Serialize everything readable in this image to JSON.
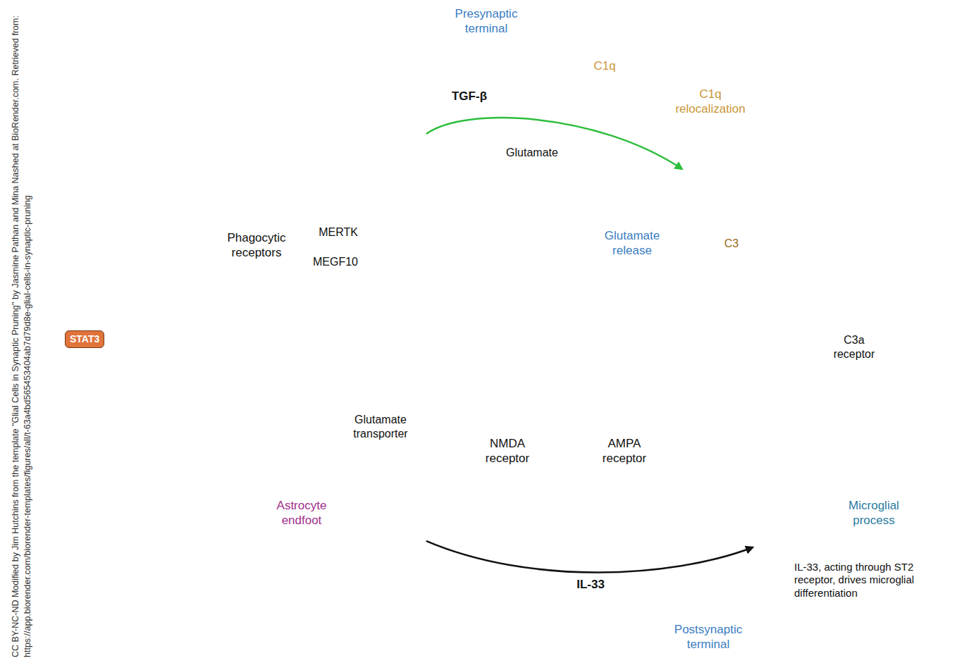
{
  "diagram": {
    "nodes": [
      {
        "text": [
          "Presynaptic terminal"
        ]
      },
      {
        "text": [
          "Astrocyte endfoot"
        ]
      },
      {
        "text": [
          "STAT3"
        ],
        "in": 1
      },
      {
        "text": [
          "Postsynaptic terminal"
        ]
      },
      {
        "text": [
          "Microglial process"
        ]
      }
    ],
    "edges": [
      {
        "from": 1,
        "to": 0,
        "label": "TGF-β",
        "arrow": "to"
      },
      {
        "from": 1,
        "to": 4,
        "label": "IL-33",
        "arrow": "to"
      }
    ],
    "labels": [
      "C1q",
      "C1q relocalization",
      "Glutamate",
      "Glutamate release",
      "C3",
      "Phagocytic receptors",
      "MERTK",
      "MEGF10",
      "C3a receptor",
      "Glutamate transporter",
      "NMDA receptor",
      "AMPA receptor",
      "IL-33, acting through ST2 receptor, drives microglial differentiation",
      "CC BY-NC-ND Modified by Jim Hutchins from the template \"Glial Cells in Synaptic Pruning\" by Jasmine Pathan and Mina Nashed at BioRender.com. Retrieved from: https://app.biorender.com/biorender-templates/figures/all/t-63a4bd565453404ab7d79d8e-glial-cells-in-synaptic-pruning"
    ]
  }
}
